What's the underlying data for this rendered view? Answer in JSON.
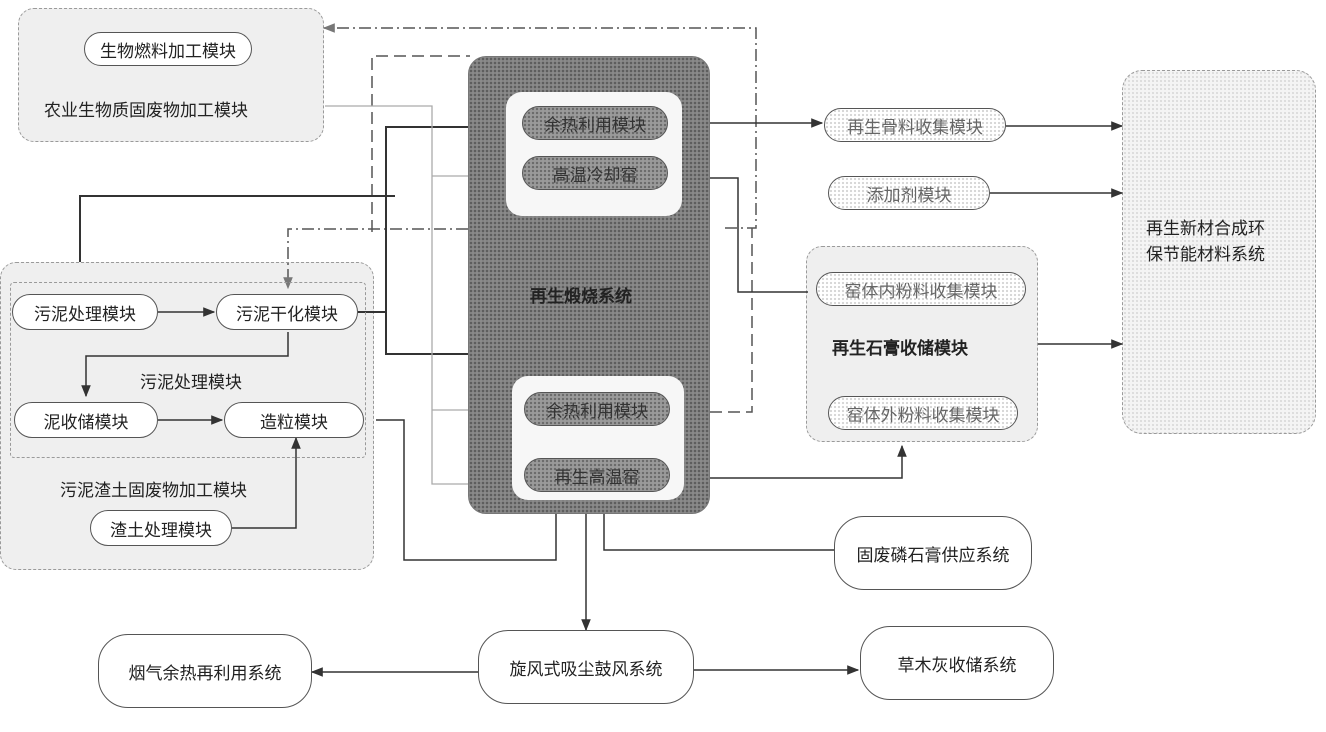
{
  "agri": {
    "group_label": "农业生物质固废物加工模块",
    "biofuel": "生物燃料加工模块"
  },
  "sludge": {
    "outer_label": "污泥渣土固废物加工模块",
    "inner_label": "污泥处理模块",
    "treat": "污泥处理模块",
    "dry": "污泥干化模块",
    "storage": "泥收储模块",
    "granulate": "造粒模块",
    "soil": "渣土处理模块"
  },
  "kiln": {
    "label": "再生煅烧系统",
    "top_heat": "余热利用模块",
    "cooling": "高温冷却窑",
    "bottom_heat": "余热利用模块",
    "high_temp": "再生高温窑"
  },
  "right": {
    "aggregate": "再生骨料收集模块",
    "additive": "添加剂模块",
    "gypsum_group": "再生石膏收储模块",
    "inner_powder": "窑体内粉料收集模块",
    "outer_powder": "窑体外粉料收集模块",
    "target_line1": "再生新材合成环",
    "target_line2": "保节能材料系统"
  },
  "bottom": {
    "phosphogypsum": "固废磷石膏供应系统",
    "cyclone": "旋风式吸尘鼓风系统",
    "flue": "烟气余热再利用系统",
    "ash": "草木灰收储系统"
  }
}
